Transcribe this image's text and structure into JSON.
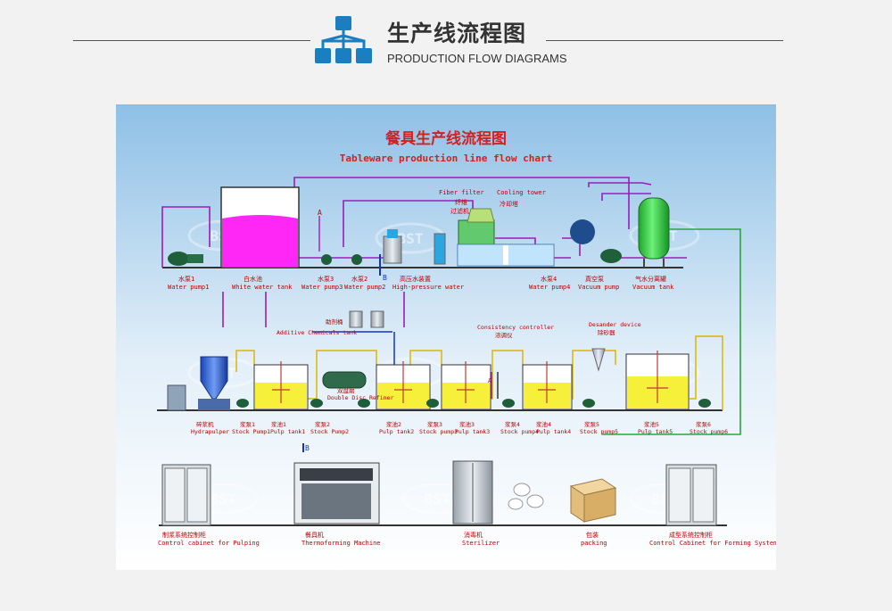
{
  "header": {
    "title_cn": "生产线流程图",
    "title_en": "PRODUCTION FLOW DIAGRAMS",
    "icon": "hierarchy-icon"
  },
  "diagram": {
    "title_cn": "餐具生产线流程图",
    "title_en": "Tableware production line flow chart",
    "watermark": "BST",
    "colors": {
      "accent": "#1a7fc0",
      "title": "#d42020",
      "label": "#c00000",
      "pipe": "#9e1cb8",
      "yellow": "#f7f03a",
      "magenta": "#ff27f6",
      "green": "#2cc83a"
    },
    "row1": {
      "water_pump1_cn": "水泵1",
      "water_pump1_en": "Water pump1",
      "white_tank_cn": "白水池",
      "white_tank_en": "White water tank",
      "water_pump3_cn": "水泵3",
      "water_pump3_en": "Water pump3",
      "water_pump2_cn": "水泵2",
      "water_pump2_en": "Water pump2",
      "hp_water_cn": "高压水装置",
      "hp_water_en": "High-pressure water",
      "fiber_filter_en": "Fiber filter",
      "fiber_filter_cn1": "纤维",
      "fiber_filter_cn2": "过滤机",
      "cooling_tower_en": "Cooling tower",
      "cooling_tower_cn": "冷却塔",
      "water_pump4_cn": "水泵4",
      "water_pump4_en": "Water pump4",
      "vacuum_pump_cn": "真空泵",
      "vacuum_pump_en": "Vacuum pump",
      "vacuum_tank_cn": "气水分离罐",
      "vacuum_tank_en": "Vacuum tank",
      "marker_a": "A",
      "marker_b": "B"
    },
    "row2": {
      "additive_cn": "助剂桶",
      "additive_en": "Additive Chemicals tank",
      "consistency_en": "Consistency controller",
      "consistency_cn": "浓调仪",
      "desander_en": "Desander device",
      "desander_cn": "除砂器",
      "double_disc_cn": "双盘磨",
      "double_disc_en": "Double Disc Refiner",
      "hydrapulper_cn": "碎浆机",
      "hydrapulper_en": "Hydrapulper",
      "stock_pump1_cn": "浆泵1",
      "stock_pump1_en": "Stock Pump1",
      "pulp_tank1_cn": "浆池1",
      "pulp_tank1_en": "Pulp  tank1",
      "stock_pump2_cn": "浆泵2",
      "stock_pump2_en": "Stock Pump2",
      "pulp_tank2_cn": "浆池2",
      "pulp_tank2_en": "Pulp tank2",
      "stock_pump3_cn": "浆泵3",
      "stock_pump3_en": "Stock pump3",
      "pulp_tank3_cn": "浆池3",
      "pulp_tank3_en": "Pulp tank3",
      "stock_pump4_cn": "浆泵4",
      "stock_pump4_en": "Stock pump4",
      "pulp_tank4_cn": "浆池4",
      "pulp_tank4_en": "Pulp tank4",
      "stock_pump5_cn": "浆泵5",
      "stock_pump5_en": "Stock pump5",
      "pulp_tank5_cn": "浆池5",
      "pulp_tank5_en": "Pulp tank5",
      "stock_pump6_cn": "浆泵6",
      "stock_pump6_en": "Stock pump6",
      "marker_a": "A"
    },
    "row3": {
      "cabinet_pulping_cn": "制浆系统控制柜",
      "cabinet_pulping_en": "Control cabinet for Pulping",
      "thermoforming_cn": "餐具机",
      "thermoforming_en": "Thermoforming Machine",
      "sterilizer_cn": "消毒机",
      "sterilizer_en": "Sterilizer",
      "packing_cn": "包装",
      "packing_en": "packing",
      "cabinet_forming_cn": "成型系统控制柜",
      "cabinet_forming_en": "Control Cabinet for Forming System",
      "marker_b": "B"
    }
  }
}
